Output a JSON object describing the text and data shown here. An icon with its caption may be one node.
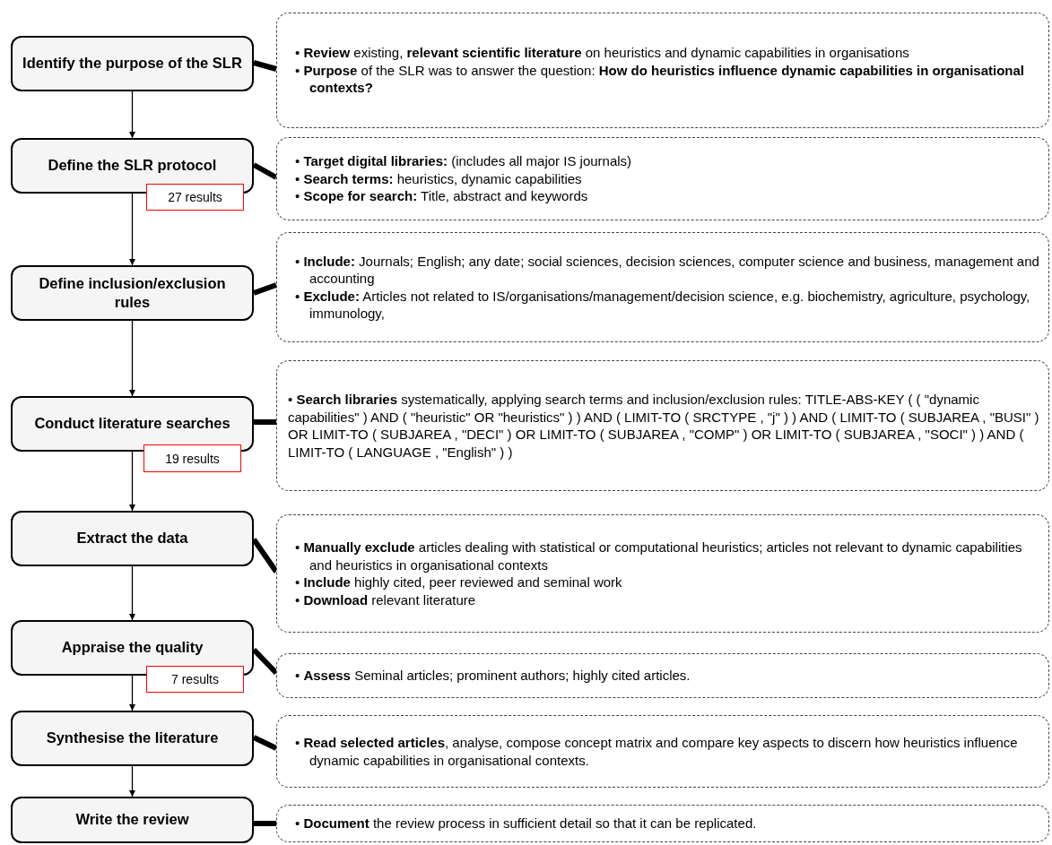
{
  "diagram": {
    "nodes": [
      {
        "text": [
          "Identify the purpose of the SLR"
        ]
      },
      {
        "text": [
          "• **Review** existing, **relevant scientific literature** on heuristics and dynamic capabilities in organisations",
          "• **Purpose** of the SLR was to answer the question: **How do heuristics influence dynamic capabilities in organisational contexts?**"
        ]
      },
      {
        "text": [
          "Define the SLR protocol"
        ]
      },
      {
        "text": [
          "• **Target digital libraries:** (includes all major IS journals)",
          "• **Search terms:** heuristics, dynamic capabilities",
          "• **Scope for search:** Title, abstract and keywords"
        ]
      },
      {
        "text": [
          "27 results"
        ]
      },
      {
        "text": [
          "Define inclusion/exclusion rules"
        ]
      },
      {
        "text": [
          "• **Include:** Journals; English; any date; social sciences, decision sciences, computer science and business, management and accounting",
          "• **Exclude:** Articles not related to IS/organisations/management/decision science, e.g. biochemistry, agriculture, psychology, immunology,"
        ]
      },
      {
        "text": [
          "Conduct literature searches"
        ]
      },
      {
        "text": [
          "• **Search libraries** systematically, applying search terms and inclusion/exclusion rules: TITLE-ABS-KEY ( ( \"dynamic capabilities\" ) AND ( \"heuristic\" OR \"heuristics\" ) ) AND ( LIMIT-TO ( SRCTYPE , \"j\" ) ) AND ( LIMIT-TO ( SUBJAREA , \"BUSI\" ) OR LIMIT-TO ( SUBJAREA , \"DECI\" ) OR LIMIT-TO ( SUBJAREA , \"COMP\" ) OR LIMIT-TO ( SUBJAREA , \"SOCI\" ) ) AND ( LIMIT-TO ( LANGUAGE , \"English\" ) )"
        ]
      },
      {
        "text": [
          "19 results"
        ]
      },
      {
        "text": [
          "Extract the data"
        ]
      },
      {
        "text": [
          "• **Manually exclude** articles dealing with statistical or computational heuristics; articles not relevant to dynamic capabilities and heuristics in organisational contexts",
          "• **Include** highly cited, peer reviewed and seminal work",
          "• **Download** relevant literature"
        ]
      },
      {
        "text": [
          "Appraise the quality"
        ]
      },
      {
        "text": [
          "• **Assess** Seminal articles; prominent authors; highly cited articles."
        ]
      },
      {
        "text": [
          "7 results"
        ]
      },
      {
        "text": [
          "Synthesise the literature"
        ]
      },
      {
        "text": [
          "• **Read selected articles**, analyse, compose concept matrix and compare key aspects to discern how heuristics influence dynamic capabilities in organisational contexts."
        ]
      },
      {
        "text": [
          "Write the review"
        ]
      },
      {
        "text": [
          "• **Document** the review process in sufficient detail so that it can be replicated."
        ]
      }
    ],
    "edges": [
      {
        "from": 0,
        "to": 1,
        "arrow": "none"
      },
      {
        "from": 0,
        "to": 2,
        "arrow": "to"
      },
      {
        "from": 2,
        "to": 3,
        "arrow": "none"
      },
      {
        "from": 2,
        "to": 5,
        "arrow": "to"
      },
      {
        "from": 5,
        "to": 6,
        "arrow": "none"
      },
      {
        "from": 5,
        "to": 7,
        "arrow": "to"
      },
      {
        "from": 7,
        "to": 8,
        "arrow": "none"
      },
      {
        "from": 7,
        "to": 10,
        "arrow": "to"
      },
      {
        "from": 10,
        "to": 11,
        "arrow": "none"
      },
      {
        "from": 10,
        "to": 12,
        "arrow": "to"
      },
      {
        "from": 12,
        "to": 13,
        "arrow": "none"
      },
      {
        "from": 12,
        "to": 15,
        "arrow": "to"
      },
      {
        "from": 15,
        "to": 16,
        "arrow": "none"
      },
      {
        "from": 15,
        "to": 17,
        "arrow": "to"
      },
      {
        "from": 17,
        "to": 18,
        "arrow": "none"
      }
    ]
  }
}
